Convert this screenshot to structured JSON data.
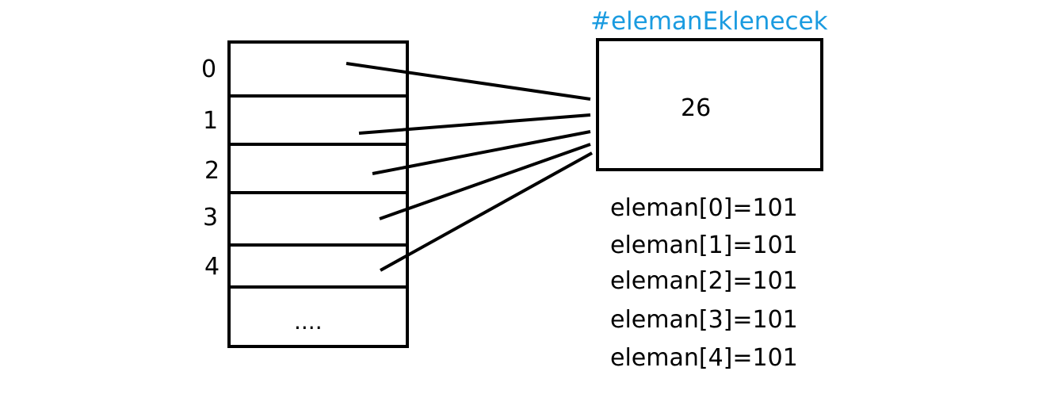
{
  "diagram": {
    "target_label": "#elemanEklenecek",
    "target_value": "26",
    "array_indices": [
      "0",
      "1",
      "2",
      "3",
      "4"
    ],
    "array_more": "....",
    "assignments": [
      "eleman[0]=101",
      "eleman[1]=101",
      "eleman[2]=101",
      "eleman[3]=101",
      "eleman[4]=101"
    ]
  },
  "colors": {
    "accent": "#1a9be0",
    "stroke": "#000000"
  }
}
